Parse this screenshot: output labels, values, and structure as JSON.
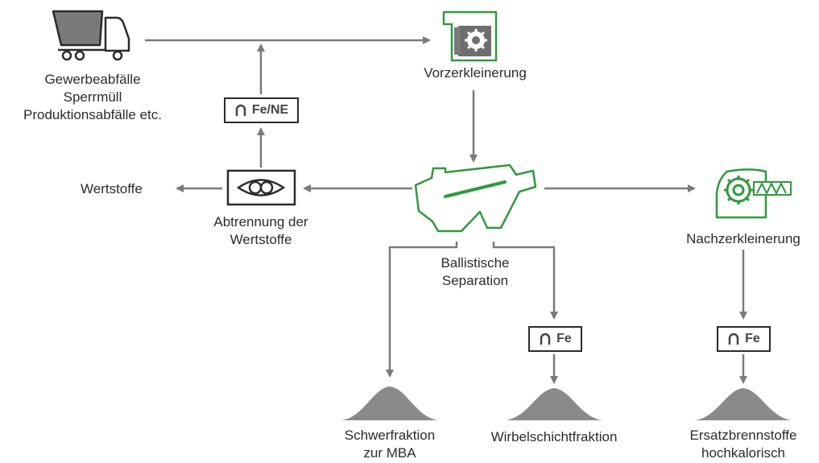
{
  "source": {
    "lines": [
      "Gewerbeabfälle",
      "Sperrmüll",
      "Produktionsabfälle etc."
    ],
    "icon": "truck-icon"
  },
  "pre_shredding": {
    "label": "Vorzerkleinerung",
    "icon": "shredder-icon"
  },
  "ballistic_separation": {
    "lines": [
      "Ballistische",
      "Separation"
    ],
    "icon": "ballistic-separator-icon"
  },
  "post_shredding": {
    "label": "Nachzerkleinerung",
    "icon": "fine-shredder-icon"
  },
  "recyclables_separation": {
    "lines": [
      "Abtrennung der",
      "Wertstoffe"
    ],
    "icon": "eye-sensor-icon"
  },
  "recyclables": {
    "label": "Wertstoffe"
  },
  "magnet_fe_ne": {
    "label": "Fe/NE",
    "icon": "magnet-icon"
  },
  "magnet_fe_mid": {
    "label": "Fe",
    "icon": "magnet-icon"
  },
  "magnet_fe_right": {
    "label": "Fe",
    "icon": "magnet-icon"
  },
  "output_heavy": {
    "lines": [
      "Schwerfraktion",
      "zur MBA"
    ],
    "icon": "pile-icon"
  },
  "output_fluidized": {
    "label": "Wirbelschichtfraktion",
    "icon": "pile-icon"
  },
  "output_rdf": {
    "lines": [
      "Ersatzbrennstoffe",
      "hochkalorisch"
    ],
    "icon": "pile-icon"
  },
  "colors": {
    "accent_green": "#2e9a3c",
    "line_gray": "#7a7a7a",
    "pile_gray": "#8a8a8a",
    "text": "#2b2b2b"
  }
}
